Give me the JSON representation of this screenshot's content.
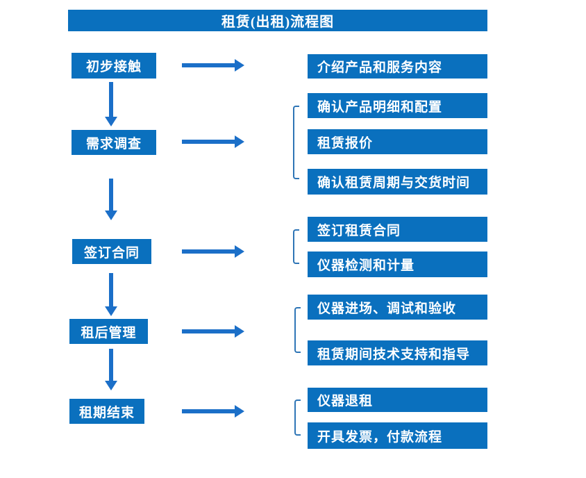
{
  "title": "租赁(出租)流程图",
  "steps": [
    {
      "label": "初步接触",
      "outputs": [
        "介绍产品和服务内容"
      ]
    },
    {
      "label": "需求调查",
      "outputs": [
        "确认产品明细和配置",
        "租赁报价",
        "确认租赁周期与交货时间"
      ]
    },
    {
      "label": "签订合同",
      "outputs": [
        "签订租赁合同",
        "仪器检测和计量"
      ]
    },
    {
      "label": "租后管理",
      "outputs": [
        "仪器进场、调试和验收",
        "租赁期间技术支持和指导"
      ]
    },
    {
      "label": "租期结束",
      "outputs": [
        "仪器退租",
        "开具发票，付款流程"
      ]
    }
  ],
  "colors": {
    "box_fill": "#0a70be",
    "arrow": "#1b6fc8",
    "bracket": "#2e75b6",
    "text": "#ffffff",
    "background": "#ffffff"
  }
}
